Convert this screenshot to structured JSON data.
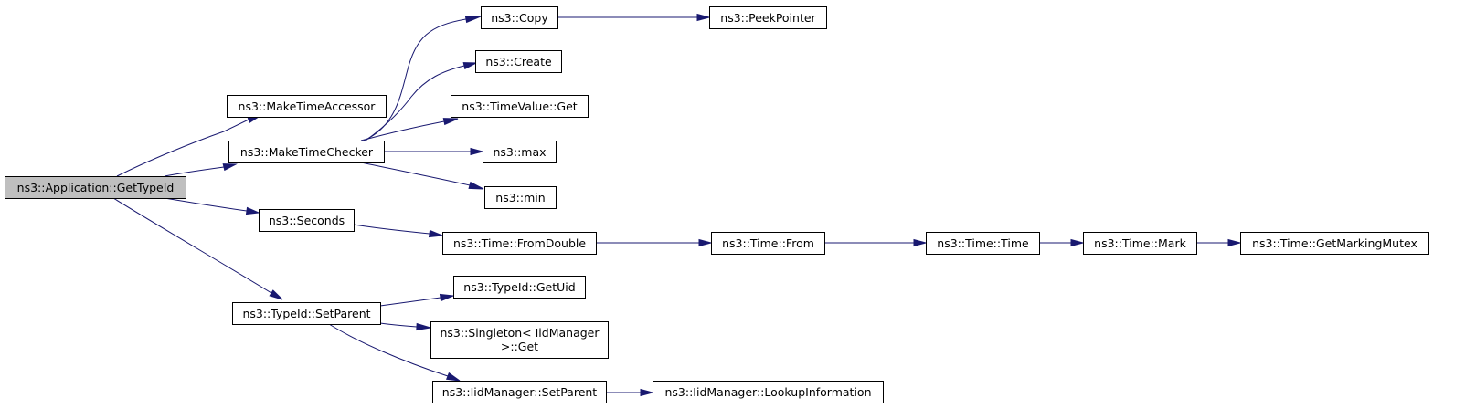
{
  "nodes": [
    {
      "id": "root",
      "label": "ns3::Application::GetTypeId",
      "root": true
    },
    {
      "id": "mta",
      "label": "ns3::MakeTimeAccessor"
    },
    {
      "id": "mtc",
      "label": "ns3::MakeTimeChecker"
    },
    {
      "id": "seconds",
      "label": "ns3::Seconds"
    },
    {
      "id": "setparent",
      "label": "ns3::TypeId::SetParent"
    },
    {
      "id": "copy",
      "label": "ns3::Copy"
    },
    {
      "id": "peek",
      "label": "ns3::PeekPointer"
    },
    {
      "id": "create",
      "label": "ns3::Create"
    },
    {
      "id": "tvget",
      "label": "ns3::TimeValue::Get"
    },
    {
      "id": "max",
      "label": "ns3::max"
    },
    {
      "id": "min",
      "label": "ns3::min"
    },
    {
      "id": "fromdouble",
      "label": "ns3::Time::FromDouble"
    },
    {
      "id": "from",
      "label": "ns3::Time::From"
    },
    {
      "id": "time",
      "label": "ns3::Time::Time"
    },
    {
      "id": "mark",
      "label": "ns3::Time::Mark"
    },
    {
      "id": "mutex",
      "label": "ns3::Time::GetMarkingMutex"
    },
    {
      "id": "getuid",
      "label": "ns3::TypeId::GetUid"
    },
    {
      "id": "singleton",
      "label": "ns3::Singleton< IidManager",
      "label2": ">::Get"
    },
    {
      "id": "iidset",
      "label": "ns3::IidManager::SetParent"
    },
    {
      "id": "lookup",
      "label": "ns3::IidManager::LookupInformation"
    }
  ],
  "edges": [
    {
      "from": "root",
      "to": "mta"
    },
    {
      "from": "root",
      "to": "mtc"
    },
    {
      "from": "root",
      "to": "seconds"
    },
    {
      "from": "root",
      "to": "setparent"
    },
    {
      "from": "mtc",
      "to": "copy"
    },
    {
      "from": "mtc",
      "to": "create"
    },
    {
      "from": "mtc",
      "to": "tvget"
    },
    {
      "from": "mtc",
      "to": "max"
    },
    {
      "from": "mtc",
      "to": "min"
    },
    {
      "from": "copy",
      "to": "peek"
    },
    {
      "from": "seconds",
      "to": "fromdouble"
    },
    {
      "from": "fromdouble",
      "to": "from"
    },
    {
      "from": "from",
      "to": "time"
    },
    {
      "from": "time",
      "to": "mark"
    },
    {
      "from": "mark",
      "to": "mutex"
    },
    {
      "from": "setparent",
      "to": "getuid"
    },
    {
      "from": "setparent",
      "to": "singleton"
    },
    {
      "from": "setparent",
      "to": "iidset"
    },
    {
      "from": "iidset",
      "to": "lookup"
    }
  ],
  "colors": {
    "edge": "#191970",
    "root_fill": "#bfbfbf",
    "node_fill": "#ffffff",
    "node_border": "#000000"
  }
}
